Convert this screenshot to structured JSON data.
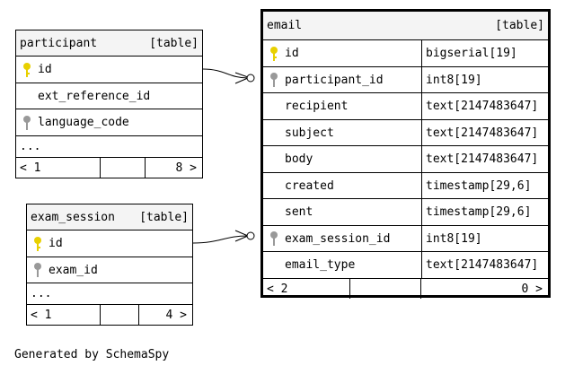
{
  "participant": {
    "name": "participant",
    "kind": "[table]",
    "columns": [
      {
        "name": "id",
        "key": "primary"
      },
      {
        "name": "ext_reference_id",
        "key": "none"
      },
      {
        "name": "language_code",
        "key": "foreign"
      }
    ],
    "more": "...",
    "footer": {
      "left": "< 1",
      "right": "8 >"
    }
  },
  "exam_session": {
    "name": "exam_session",
    "kind": "[table]",
    "columns": [
      {
        "name": "id",
        "key": "primary"
      },
      {
        "name": "exam_id",
        "key": "foreign"
      }
    ],
    "more": "...",
    "footer": {
      "left": "< 1",
      "right": "4 >"
    }
  },
  "email": {
    "name": "email",
    "kind": "[table]",
    "columns": [
      {
        "name": "id",
        "type": "bigserial[19]",
        "key": "primary"
      },
      {
        "name": "participant_id",
        "type": "int8[19]",
        "key": "foreign"
      },
      {
        "name": "recipient",
        "type": "text[2147483647]",
        "key": "none"
      },
      {
        "name": "subject",
        "type": "text[2147483647]",
        "key": "none"
      },
      {
        "name": "body",
        "type": "text[2147483647]",
        "key": "none"
      },
      {
        "name": "created",
        "type": "timestamp[29,6]",
        "key": "none"
      },
      {
        "name": "sent",
        "type": "timestamp[29,6]",
        "key": "none"
      },
      {
        "name": "exam_session_id",
        "type": "int8[19]",
        "key": "foreign"
      },
      {
        "name": "email_type",
        "type": "text[2147483647]",
        "key": "none"
      }
    ],
    "footer": {
      "left": "< 2",
      "right": "0 >"
    }
  },
  "caption": "Generated by SchemaSpy",
  "colors": {
    "primary_key": "#e8d000",
    "foreign_key": "#999999",
    "header_bg": "#f4f4f4"
  }
}
